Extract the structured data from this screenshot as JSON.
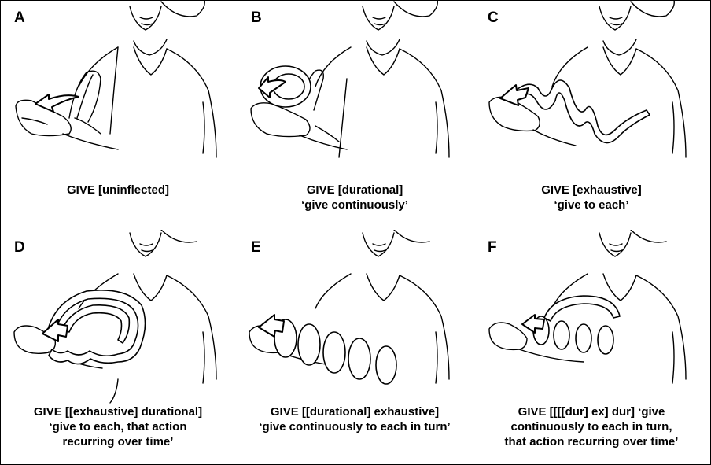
{
  "panels": [
    {
      "letter": "A",
      "caption": [
        "GIVE [uninflected]"
      ]
    },
    {
      "letter": "B",
      "caption": [
        "GIVE [durational]",
        "‘give continuously’"
      ]
    },
    {
      "letter": "C",
      "caption": [
        "GIVE [exhaustive]",
        "‘give to each’"
      ]
    },
    {
      "letter": "D",
      "caption": [
        "GIVE [[exhaustive] durational]",
        "‘give to each, that action",
        "recurring over time’"
      ]
    },
    {
      "letter": "E",
      "caption": [
        "GIVE [[durational] exhaustive]",
        "‘give continuously to each in turn’"
      ]
    },
    {
      "letter": "F",
      "caption": [
        "GIVE [[[[dur] ex] dur] ‘give",
        "continuously to each in turn,",
        "that action recurring over time’"
      ]
    }
  ]
}
